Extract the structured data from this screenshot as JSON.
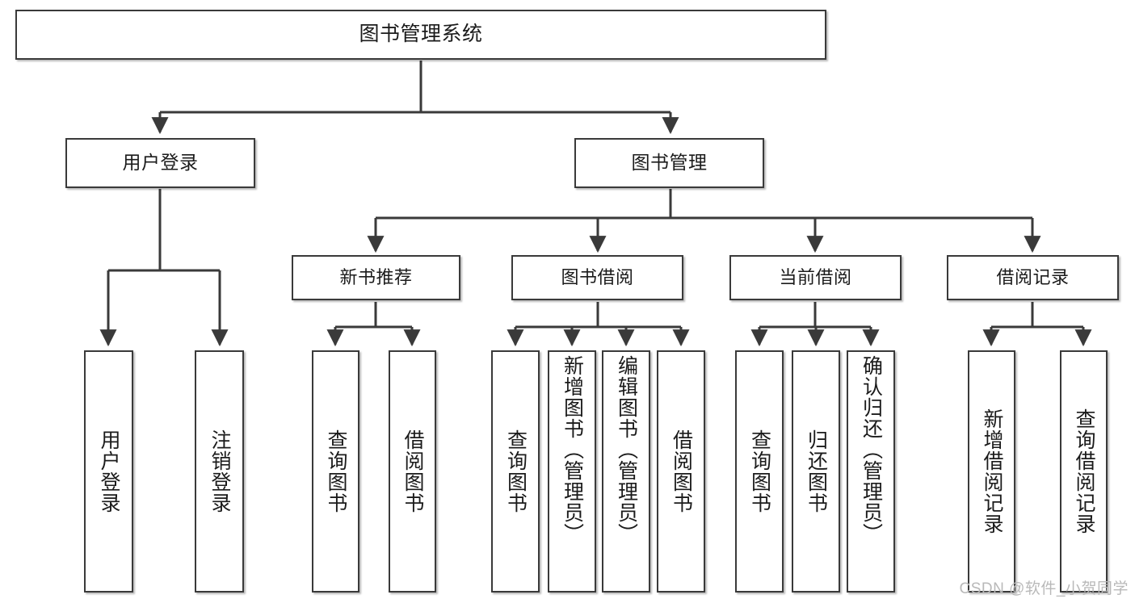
{
  "diagram": {
    "title": "图书管理系统",
    "type": "tree",
    "watermark": "CSDN @软件_小贺同学",
    "colors": {
      "box_border": "#3a3a3a",
      "box_fill": "#ffffff",
      "edge": "#3a3a3a",
      "text": "#1b1b1b",
      "watermark": "#b9b9b9"
    },
    "root": {
      "label": "图书管理系统"
    },
    "level_two": [
      {
        "label": "用户登录"
      },
      {
        "label": "图书管理"
      }
    ],
    "level_three": [
      {
        "label": "新书推荐"
      },
      {
        "label": "图书借阅"
      },
      {
        "label": "当前借阅"
      },
      {
        "label": "借阅记录"
      }
    ],
    "leaves": {
      "user_login": [
        {
          "label": "用户登录"
        },
        {
          "label": "注销登录"
        }
      ],
      "new_book": [
        {
          "label": "查询图书"
        },
        {
          "label": "借阅图书"
        }
      ],
      "book_borrow": [
        {
          "label": "查询图书"
        },
        {
          "label": "新增图书（管理员）"
        },
        {
          "label": "编辑图书（管理员）"
        },
        {
          "label": "借阅图书"
        }
      ],
      "current_borrow": [
        {
          "label": "查询图书"
        },
        {
          "label": "归还图书"
        },
        {
          "label": "确认归还（管理员）"
        }
      ],
      "borrow_record": [
        {
          "label": "新增借阅记录"
        },
        {
          "label": "查询借阅记录"
        }
      ]
    }
  }
}
